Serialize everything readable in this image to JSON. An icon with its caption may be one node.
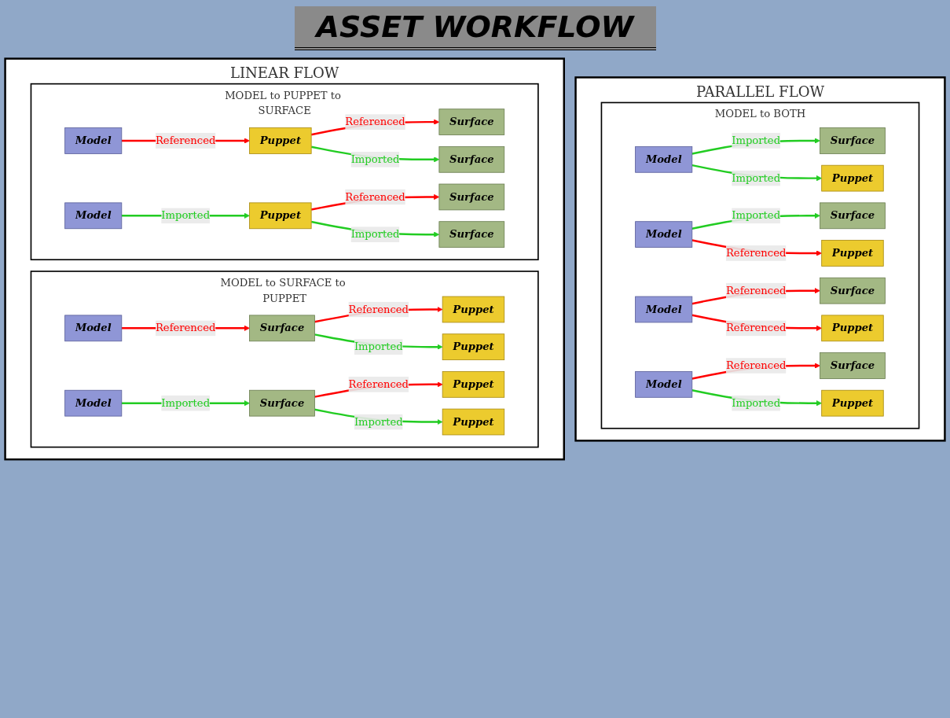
{
  "diagram": {
    "title": "ASSET WORKFLOW",
    "nodes": [
      {
        "text": [
          "LINEAR FLOW"
        ]
      },
      {
        "text": [
          "MODEL to SURFACE to PUPPET"
        ],
        "in": 0
      },
      {
        "text": [
          "Model"
        ],
        "in": 1
      },
      {
        "text": [
          "Surface"
        ],
        "in": 1
      },
      {
        "text": [
          "Puppet"
        ],
        "in": 1
      },
      {
        "text": [
          "Puppet"
        ],
        "in": 1
      },
      {
        "text": [
          "Model"
        ],
        "in": 1
      },
      {
        "text": [
          "Surface"
        ],
        "in": 1
      },
      {
        "text": [
          "Puppet"
        ],
        "in": 1
      },
      {
        "text": [
          "Puppet"
        ],
        "in": 1
      },
      {
        "text": [
          "MODEL to PUPPET to SURFACE"
        ],
        "in": 0
      },
      {
        "text": [
          "Model"
        ],
        "in": 10
      },
      {
        "text": [
          "Puppet"
        ],
        "in": 10
      },
      {
        "text": [
          "Surface"
        ],
        "in": 10
      },
      {
        "text": [
          "Surface"
        ],
        "in": 10
      },
      {
        "text": [
          "Model"
        ],
        "in": 10
      },
      {
        "text": [
          "Puppet"
        ],
        "in": 10
      },
      {
        "text": [
          "Surface"
        ],
        "in": 10
      },
      {
        "text": [
          "Surface"
        ],
        "in": 10
      },
      {
        "text": [
          "PARALLEL FLOW"
        ]
      },
      {
        "text": [
          "MODEL to BOTH"
        ],
        "in": 19
      },
      {
        "text": [
          "Model"
        ],
        "in": 20
      },
      {
        "text": [
          "Surface"
        ],
        "in": 20
      },
      {
        "text": [
          "Puppet"
        ],
        "in": 20
      },
      {
        "text": [
          "Model"
        ],
        "in": 20
      },
      {
        "text": [
          "Surface"
        ],
        "in": 20
      },
      {
        "text": [
          "Puppet"
        ],
        "in": 20
      },
      {
        "text": [
          "Model"
        ],
        "in": 20
      },
      {
        "text": [
          "Surface"
        ],
        "in": 20
      },
      {
        "text": [
          "Puppet"
        ],
        "in": 20
      },
      {
        "text": [
          "Model"
        ],
        "in": 20
      },
      {
        "text": [
          "Surface"
        ],
        "in": 20
      },
      {
        "text": [
          "Puppet"
        ],
        "in": 20
      }
    ],
    "edges": [
      {
        "from": 2,
        "to": 3,
        "arrow": "to",
        "label": "Referenced",
        "color": "#ff0000"
      },
      {
        "from": 3,
        "to": 4,
        "arrow": "to",
        "label": "Referenced",
        "color": "#ff0000"
      },
      {
        "from": 3,
        "to": 5,
        "arrow": "to",
        "label": "Imported",
        "color": "#22cc22"
      },
      {
        "from": 6,
        "to": 7,
        "arrow": "to",
        "label": "Imported",
        "color": "#22cc22"
      },
      {
        "from": 7,
        "to": 8,
        "arrow": "to",
        "label": "Referenced",
        "color": "#ff0000"
      },
      {
        "from": 7,
        "to": 9,
        "arrow": "to",
        "label": "Imported",
        "color": "#22cc22"
      },
      {
        "from": 11,
        "to": 12,
        "arrow": "to",
        "label": "Referenced",
        "color": "#ff0000"
      },
      {
        "from": 12,
        "to": 13,
        "arrow": "to",
        "label": "Referenced",
        "color": "#ff0000"
      },
      {
        "from": 12,
        "to": 14,
        "arrow": "to",
        "label": "Imported",
        "color": "#22cc22"
      },
      {
        "from": 15,
        "to": 16,
        "arrow": "to",
        "label": "Imported",
        "color": "#22cc22"
      },
      {
        "from": 16,
        "to": 17,
        "arrow": "to",
        "label": "Referenced",
        "color": "#ff0000"
      },
      {
        "from": 16,
        "to": 18,
        "arrow": "to",
        "label": "Imported",
        "color": "#22cc22"
      },
      {
        "from": 21,
        "to": 22,
        "arrow": "to",
        "label": "Imported",
        "color": "#22cc22"
      },
      {
        "from": 21,
        "to": 23,
        "arrow": "to",
        "label": "Imported",
        "color": "#22cc22"
      },
      {
        "from": 24,
        "to": 25,
        "arrow": "to",
        "label": "Imported",
        "color": "#22cc22"
      },
      {
        "from": 24,
        "to": 26,
        "arrow": "to",
        "label": "Referenced",
        "color": "#ff0000"
      },
      {
        "from": 27,
        "to": 28,
        "arrow": "to",
        "label": "Referenced",
        "color": "#ff0000"
      },
      {
        "from": 27,
        "to": 29,
        "arrow": "to",
        "label": "Referenced",
        "color": "#ff0000"
      },
      {
        "from": 30,
        "to": 31,
        "arrow": "to",
        "label": "Referenced",
        "color": "#ff0000"
      },
      {
        "from": 30,
        "to": 32,
        "arrow": "to",
        "label": "Imported",
        "color": "#22cc22"
      }
    ]
  }
}
